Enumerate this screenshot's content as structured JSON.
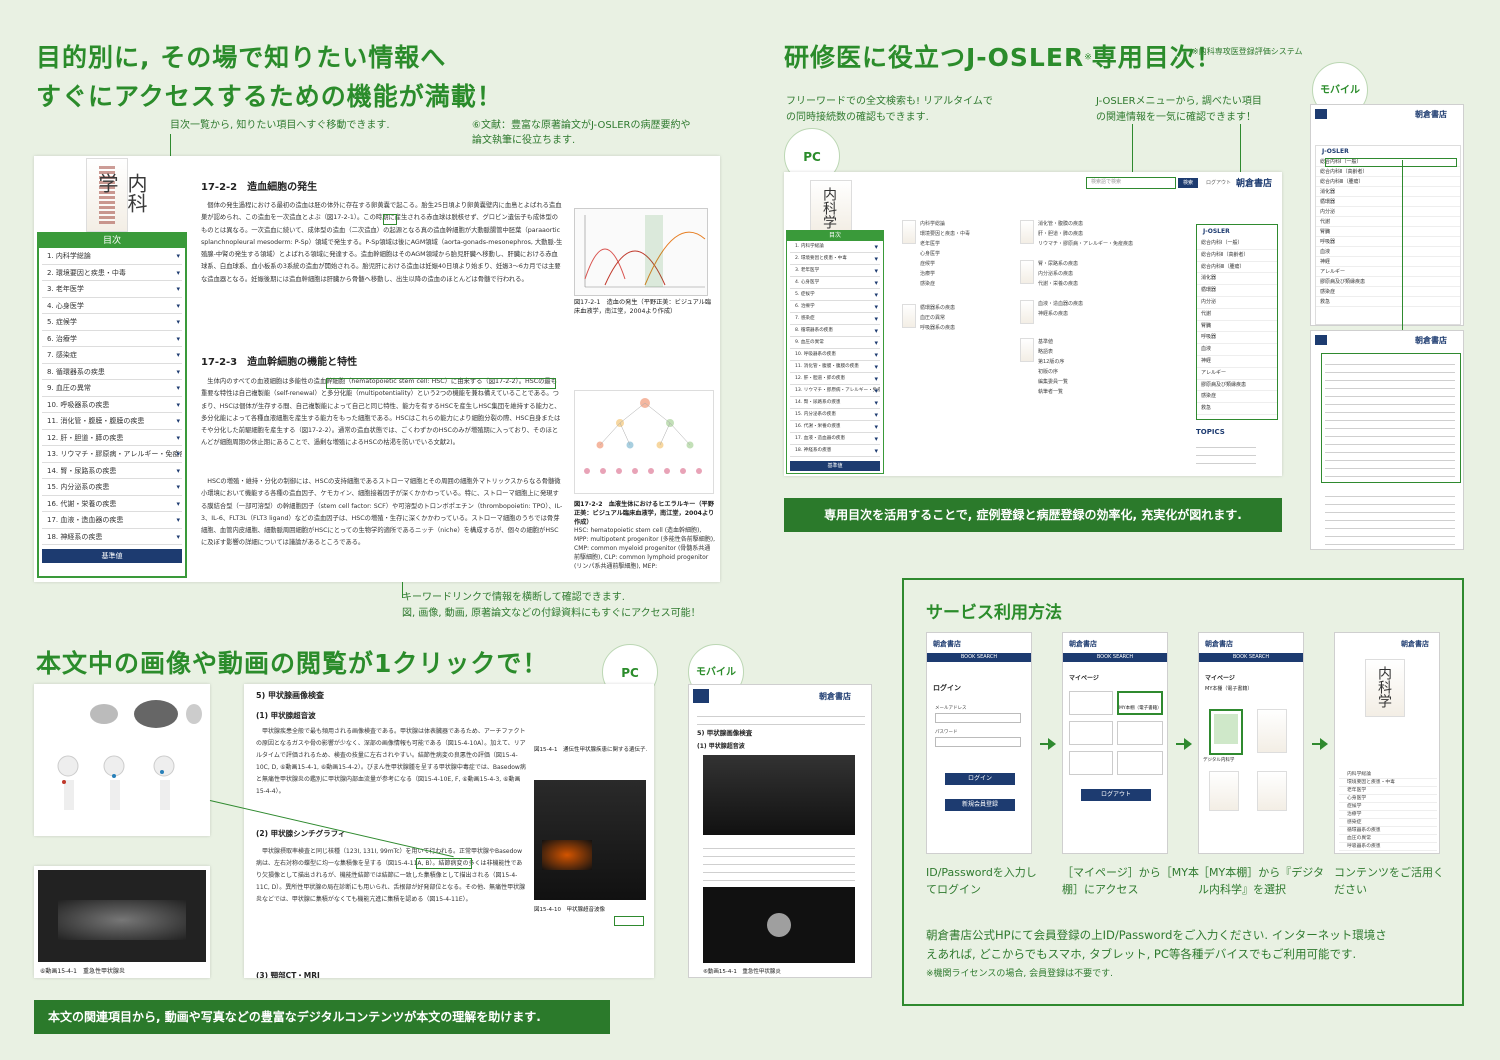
{
  "section1": {
    "heading_line1": "目的別に, その場で知りたい情報へ",
    "heading_line2": "すぐにアクセスするための機能が満載！",
    "note_toc": "目次一覧から, 知りたい項目へすぐ移動できます.",
    "note_ref_line1": "⑥文献：豊富な原著論文がJ-OSLERの病歴要約や",
    "note_ref_line2": "論文執筆に役立ちます.",
    "note_keyword_line1": "キーワードリンクで情報を横断して確認できます.",
    "note_keyword_line2": "図, 画像, 動画, 原著論文などの付録資料にもすぐにアクセス可能！",
    "toc": {
      "header": "目次",
      "items": [
        "1. 内科学総論",
        "2. 環境要因と疾患・中毒",
        "3. 老年医学",
        "4. 心身医学",
        "5. 症候学",
        "6. 治療学",
        "7. 感染症",
        "8. 循環器系の疾患",
        "9. 血圧の異常",
        "10. 呼吸器系の疾患",
        "11. 消化管・腹膜・腹膜の疾患",
        "12. 肝・胆道・膵の疾患",
        "13. リウマチ・膠原病・アレルギー・免疫疾患",
        "14. 腎・尿路系の疾患",
        "15. 内分泌系の疾患",
        "16. 代謝・栄養の疾患",
        "17. 血液・造血器の疾患",
        "18. 神経系の疾患"
      ],
      "button": "基準値"
    },
    "doc": {
      "h1": "17-2-2　造血細胞の発生",
      "p1": "個体の発生過程における最初の造血は胚の体外に存在する卵黄嚢で起こる。胎生25日頃より卵黄嚢壁内に血島とよばれる造血巣が認められ、この造血を一次造血とよぶ（図17-2-1）。この時期に産生される赤血球は脱核せず、グロビン遺伝子も成体型のものとは異なる。一次造血に続いて、成体型の造血（二次造血）の起源となる真の造血幹細胞が大動脈腸管中胚葉（paraaortic splanchnopleural mesoderm: P-Sp）領域で発生する。P-Sp領域は後にAGM領域（aorta-gonads-mesonephros, 大動脈-生殖腺-中腎の発生する領域）とよばれる領域に発達する。造血幹細胞はそのAGM領域から胎児肝臓へ移動し、肝臓における赤血球系、白血球系、血小板系の3系統の造血が開始される。胎児肝における造血は妊娠40日頃より始まり、妊娠3〜6カ月では主要な造血器となる。妊娠後期には造血幹細胞は肝臓から骨髄へ移動し、出生以降の造血のほとんどは骨髄で行われる。",
      "fig1_caption": "図17-2-1　造血の発生（平野正美：ビジュアル臨床血液学，南江堂，2004より作成）",
      "h2": "17-2-3　造血幹細胞の機能と特性",
      "p2": "生体内のすべての血液細胞は多能性の造血幹細胞（hematopoietic stem cell: HSC）に由来する（図17-2-2）。HSCの最も重要な特性は自己複製能（self-renewal）と多分化能（multipotentiality）という2つの機能を兼ね備えていることである。つまり、HSCは個体が生存する間、自己複製能によって自己と同じ特性、能力を有するHSCを産生しHSC集団を維持する能力と、多分化能によって各種血液細胞を産生する能力をもった細胞である。HSCはこれらの能力により細胞分裂の際、HSC自身またはそや分化した前駆細胞を産生する（図17-2-2）。通常の造血状態では、ごくわずかのHSCのみが増殖期に入っており、そのほとんどが細胞周期の休止期にあることで、過剰な増殖によるHSCの枯渇を防いでいる文献2)。",
      "p3": "HSCの増殖・維持・分化の制御には、HSCの支持細胞であるストローマ細胞とその周囲の細胞外マトリックスからなる骨髄微小環境において機能する各種の造血因子、ケモカイン、細胞接着因子が深くかかわっている。特に、ストローマ細胞上に発現する膜結合型（一部可溶型）の幹細胞因子（stem cell factor: SCF）や可溶型のトロンボポエチン（thrombopoietin: TPO）、IL-3、IL-6、FLT3L（FLT3 ligand）などの造血因子は、HSCの増殖・生存に深くかかわっている。ストローマ細胞のうちでは骨芽細胞、血管内皮細胞、細動脈周囲細胞がHSCにとっての生物学的適所であるニッチ（niche）を構成するが、個々の細胞がHSCに及ぼす影響の詳細については議論があるところである。",
      "fig2_caption": "図17-2-2　血液生体におけるヒエラルキー（平野正美：ビジュアル臨床血液学，南江堂，2004より作成）",
      "fig2_text": "HSC: hematopoietic stem cell (造血幹細胞), MPP: multipotent progenitor (多能性各前駆細胞), CMP: common myeloid progenitor (骨髄系共通前駆細胞), CLP: common lymphoid progenitor (リンパ系共通前駆細胞), MEP:"
    }
  },
  "section2": {
    "heading": "研修医に役立つJ-OSLER",
    "heading_sup": "※",
    "heading_tail": "専用目次！",
    "sub_note": "※内科専攻医登録評価システム",
    "note_search_line1": "フリーワードでの全文検索も! リアルタイムで",
    "note_search_line2": "の同時接続数の確認もできます.",
    "note_josler_line1": "J-OSLERメニューから, 調べたい項目",
    "note_josler_line2": "の関連情報を一気に確認できます！",
    "badge_pc": "PC",
    "badge_mobile": "モバイル",
    "pc_screen": {
      "search_placeholder": "検索語で検索",
      "search_button": "検索",
      "login_link": "ログアウト",
      "brand": "朝倉書店",
      "josler_title": "J-OSLER",
      "josler_items": [
        "総合内科Ⅰ（一般）",
        "総合内科Ⅱ（高齢者）",
        "総合内科Ⅲ（腫瘍）",
        "消化器",
        "循環器",
        "内分泌",
        "代謝",
        "腎臓",
        "呼吸器",
        "血液",
        "神経",
        "アレルギー",
        "膠原病及び類縁疾患",
        "感染症",
        "救急"
      ],
      "topics_title": "TOPICS",
      "col1": [
        "内科学総論",
        "環境要因と疾患・中毒",
        "老年医学",
        "心身医学",
        "症候学",
        "治療学",
        "感染症"
      ],
      "col2": [
        "消化管・腹膜の疾患",
        "肝・胆道・膵の疾患",
        "リウマチ・膠原病・アレルギー・免疫疾患"
      ],
      "col3": [
        "腎・尿路系の疾患",
        "内分泌系の疾患",
        "代謝・栄養の疾患"
      ],
      "col4": [
        "循環器系の疾患",
        "血圧の異常",
        "呼吸器系の疾患"
      ],
      "col5": [
        "血液・造血器の疾患",
        "神経系の疾患"
      ],
      "col6": [
        "基準値",
        "略語表",
        "第12版の序",
        "初版の序",
        "編集委員一覧",
        "執筆者一覧"
      ]
    },
    "bottom_bar": "専用目次を活用することで, 症例登録と病歴登録の効率化, 充実化が図れます."
  },
  "section3": {
    "heading": "本文中の画像や動画の閲覧が1クリックで！",
    "badge_pc": "PC",
    "badge_mobile": "モバイル",
    "doc_h1": "5) 甲状腺画像検査",
    "doc_h2": "(1) 甲状腺超音波",
    "doc_p1": "甲状腺疾患全般で最も頻用される画像検査である。甲状腺は体表臓器であるため、アーチファクトの原因となるガスや骨の影響が少なく、深部の画像情報も可能である（図15-4-10A）。加えて、リアルタイムで評価されるため、検査の技量に左右されやすい。結節性病変の良悪性の評価（図15-4-10C, D, ⑥動画15-4-1, ⑥動画15-4-2）。びまん性甲状腺腫を呈する甲状腺中毒症では、Basedow病と無痛性甲状腺炎の鑑別に甲状腺内部血流量が参考になる（図15-4-10E, F, ⑥動画15-4-3, ⑥動画15-4-4）。",
    "doc_h3": "(2) 甲状腺シンチグラフィ",
    "doc_p2": "甲状腺摂取率検査と同じ核種（123I, 131I, 99mTc）を用いて行われる。正常甲状腺やBasedow病は、左右対称の蝶型に均一な集積像を呈する（図15-4-11A, B）。結節病変の多くは非機能性であり欠損像として描出されるが、機能性結節では結節に一致した集積像として描出される（図15-4-11C, D）。異所性甲状腺の局在診断にも用いられ、舌根部が好発部位となる。その他、無痛性甲状腺炎などでは、甲状腺に集積がなくても機能亢進に集積を認める（図15-4-11E）。",
    "doc_h4": "(3) 頸部CT・MRI",
    "fig_caption": "図15-4-1　通伝性甲状腺疾患に関する遺伝子.",
    "us_caption": "図15-4-10　甲状腺超音波像",
    "video_caption": "⑥動画15-4-1　重急性甲状腺炎",
    "m_heading": "5) 甲状腺画像検査",
    "m_sub": "(1) 甲状腺超音波",
    "m_brand": "朝倉書店",
    "bottom_bar": "本文の関連項目から, 動画や写真などの豊富なデジタルコンテンツが本文の理解を助けます."
  },
  "section4": {
    "heading": "サービス利用方法",
    "brand": "朝倉書店",
    "book_search": "BOOK SEARCH",
    "step1": {
      "title": "ログイン",
      "mail_label": "メールアドレス",
      "pass_label": "パスワード",
      "login_button": "ログイン",
      "register_button": "新規会員登録",
      "caption1": "ID/Passwordを入力し",
      "caption2": "てログイン"
    },
    "step2": {
      "title": "マイページ",
      "mybook_label": "MY本棚（電子書籍）",
      "logout_button": "ログアウト",
      "caption1": "［マイページ］から［MY本",
      "caption2": "棚］にアクセス"
    },
    "step3": {
      "title": "マイページ",
      "shelf_title": "MY本棚（電子書籍）",
      "book_label": "デジタル内科学",
      "caption1": "［MY本棚］から『デジタ",
      "caption2": "ル内科学』を選択"
    },
    "step4": {
      "items": [
        "内科学総論",
        "環境要因と疾患・中毒",
        "老年医学",
        "心身医学",
        "症候学",
        "治療学",
        "感染症",
        "循環器系の疾患",
        "血圧の異常",
        "呼吸器系の疾患"
      ],
      "caption1": "コンテンツをご活用く",
      "caption2": "ださい"
    },
    "desc_line1": "朝倉書店公式HPにて会員登録の上ID/Passwordをご入力ください. インターネット環境さ",
    "desc_line2": "えあれば, どこからでもスマホ, タブレット, PC等各種デバイスでもご利用可能です.",
    "desc_note": "※機関ライセンスの場合, 会員登録は不要です."
  },
  "colors": {
    "accent": "#2b8c2b",
    "navy": "#1d3b70",
    "background": "#e9f1e3",
    "bar": "#2b7a2b"
  }
}
